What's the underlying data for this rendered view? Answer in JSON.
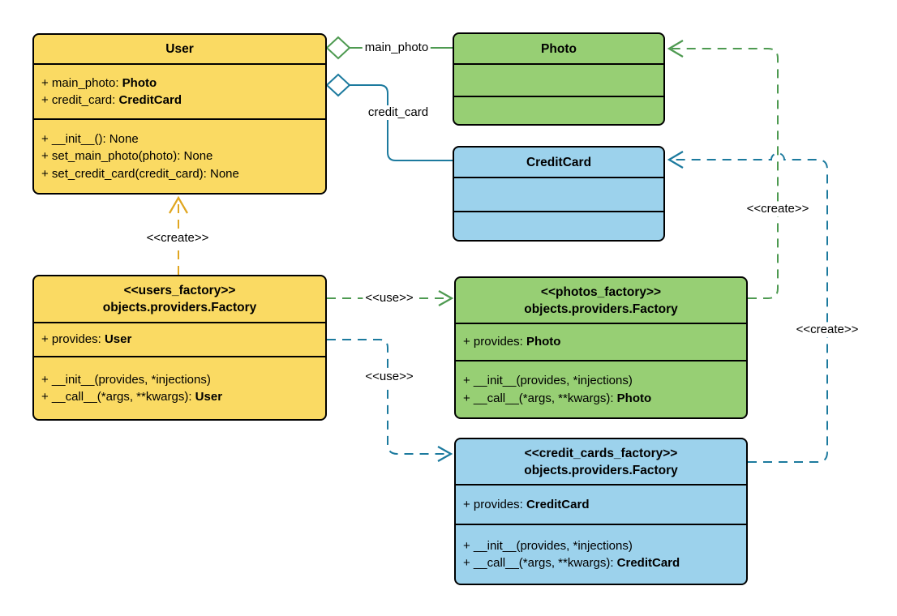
{
  "diagram": {
    "classes": {
      "user": {
        "title": "User",
        "attributes": [
          {
            "prefix": "+ main_photo: ",
            "type": "Photo"
          },
          {
            "prefix": "+ credit_card: ",
            "type": "CreditCard"
          }
        ],
        "methods": [
          {
            "prefix": "+ __init__(): None",
            "type": ""
          },
          {
            "prefix": "+ set_main_photo(photo): None",
            "type": ""
          },
          {
            "prefix": "+ set_credit_card(credit_card): None",
            "type": ""
          }
        ]
      },
      "photo": {
        "title": "Photo"
      },
      "credit_card": {
        "title": "CreditCard"
      },
      "users_factory": {
        "stereotype": "<<users_factory>>",
        "title": "objects.providers.Factory",
        "attributes": [
          {
            "prefix": "+ provides: ",
            "type": "User"
          }
        ],
        "methods": [
          {
            "prefix": "+ __init__(provides, *injections)",
            "type": ""
          },
          {
            "prefix": "+ __call__(*args, **kwargs): ",
            "type": "User"
          }
        ]
      },
      "photos_factory": {
        "stereotype": "<<photos_factory>>",
        "title": "objects.providers.Factory",
        "attributes": [
          {
            "prefix": "+ provides: ",
            "type": "Photo"
          }
        ],
        "methods": [
          {
            "prefix": "+ __init__(provides, *injections)",
            "type": ""
          },
          {
            "prefix": "+ __call__(*args, **kwargs): ",
            "type": "Photo"
          }
        ]
      },
      "credit_cards_factory": {
        "stereotype": "<<credit_cards_factory>>",
        "title": "objects.providers.Factory",
        "attributes": [
          {
            "prefix": "+ provides: ",
            "type": "CreditCard"
          }
        ],
        "methods": [
          {
            "prefix": "+ __init__(provides, *injections)",
            "type": ""
          },
          {
            "prefix": "+ __call__(*args, **kwargs): ",
            "type": "CreditCard"
          }
        ]
      }
    },
    "edge_labels": {
      "main_photo": "main_photo",
      "credit_card": "credit_card",
      "create_user": "<<create>>",
      "create_photo": "<<create>>",
      "create_credit_card": "<<create>>",
      "use_photos": "<<use>>",
      "use_credit_cards": "<<use>>"
    },
    "colors": {
      "yellow_fill": "#FADA63",
      "green_fill": "#97CF74",
      "blue_fill": "#9CD2EC",
      "green_stroke": "#4E9A51",
      "teal_stroke": "#1C7A9E",
      "gold_stroke": "#E0A620",
      "border": "#000000",
      "background": "#FFFFFF"
    }
  }
}
